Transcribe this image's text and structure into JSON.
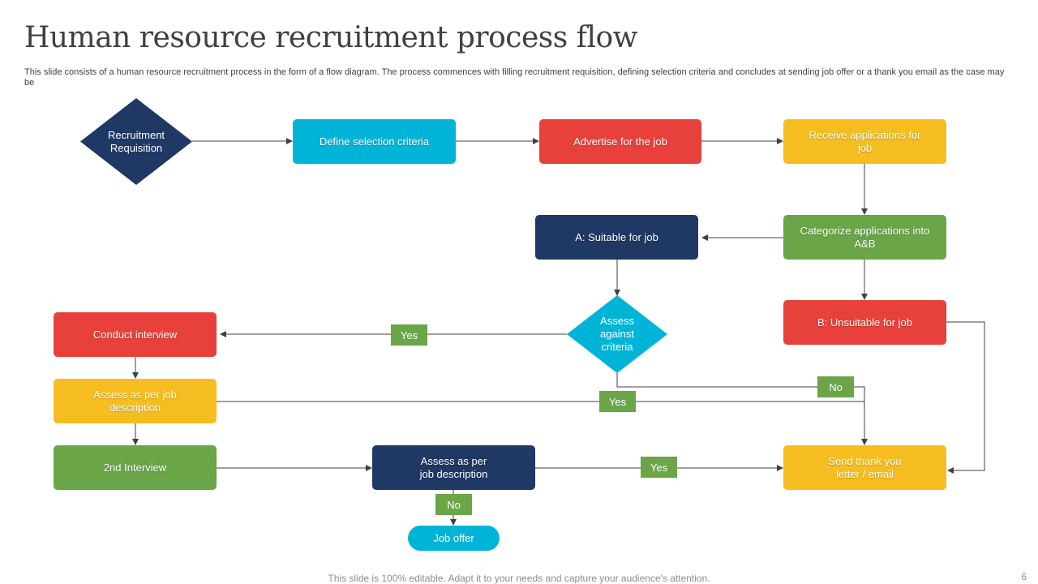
{
  "title": "Human resource recruitment process flow",
  "subtitle": "This slide consists of a human resource recruitment process in the form of a flow diagram. The process commences with filling recruitment requisition, defining selection criteria and concludes at sending job offer or a thank you email as the case may be",
  "nodes": {
    "recruitment_requisition": "Recruitment Requisition",
    "define_selection_criteria": "Define selection criteria",
    "advertise_job": "Advertise for the job",
    "receive_applications": "Receive applications for job",
    "categorize_applications": "Categorize applications into A&B",
    "suitable": "A: Suitable for job",
    "unsuitable": "B: Unsuitable for job",
    "assess_against_criteria": "Assess against criteria",
    "conduct_interview": "Conduct interview",
    "assess_job_description_1": "Assess as per job description",
    "second_interview": "2nd Interview",
    "assess_job_description_2": "Assess as per job description",
    "send_thank_you": "Send thank you letter / email",
    "job_offer": "Job offer"
  },
  "labels": {
    "yes_1": "Yes",
    "yes_2": "Yes",
    "yes_3": "Yes",
    "no_1": "No",
    "no_2": "No"
  },
  "colors": {
    "navy": "#1f3864",
    "cyan": "#00b4d8",
    "red": "#e8403a",
    "amber": "#f5bd1f",
    "green": "#6aa548"
  },
  "footer": "This slide is 100% editable. Adapt it to your needs and capture your audience's attention.",
  "page_number": "6"
}
